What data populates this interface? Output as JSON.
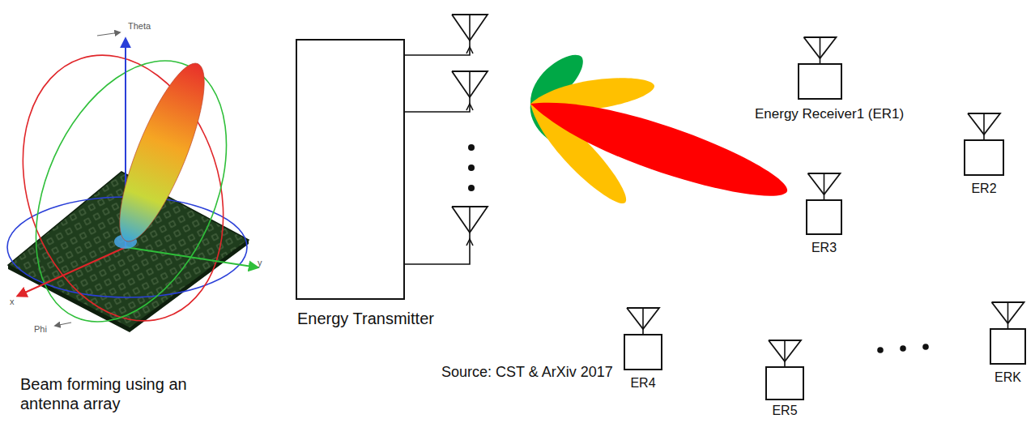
{
  "diagram": {
    "nodes": [
      {
        "text": [
          "Energy Transmitter"
        ]
      },
      {
        "text": [
          "Energy Receiver1 (ER1)"
        ]
      },
      {
        "text": [
          "ER2"
        ]
      },
      {
        "text": [
          "ER3"
        ]
      },
      {
        "text": [
          "ER4"
        ]
      },
      {
        "text": [
          "ER5"
        ]
      },
      {
        "text": [
          "ERK"
        ]
      }
    ],
    "labels": [
      "Theta",
      "Phi",
      "x",
      "y",
      "Beam forming using an antenna array",
      "Source: CST & ArXiv 2017"
    ]
  }
}
